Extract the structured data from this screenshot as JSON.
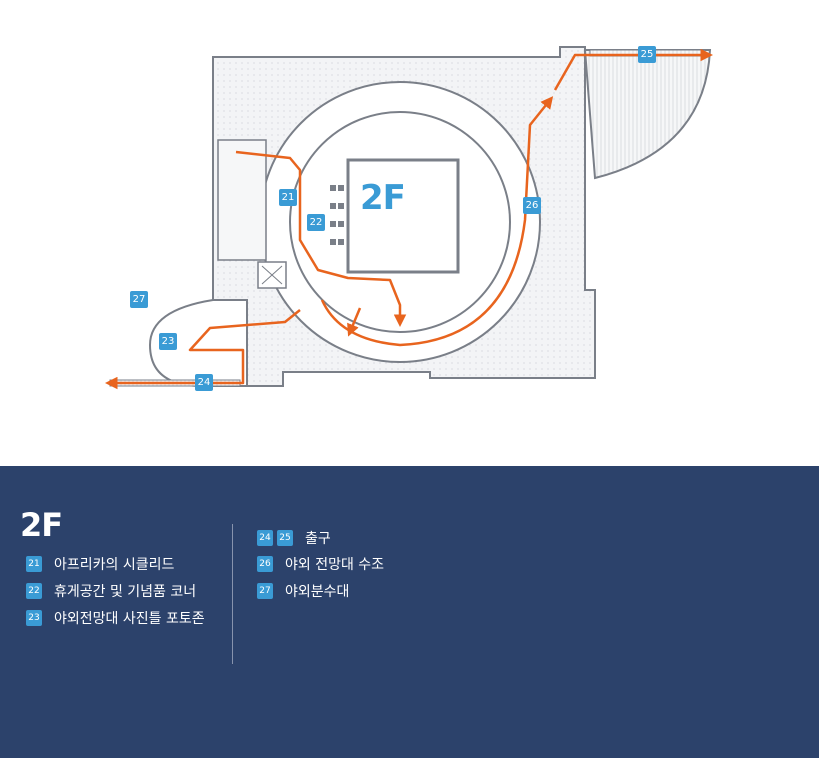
{
  "floor": "2F",
  "map": {
    "floor_label": "2F",
    "markers": [
      {
        "id": "21",
        "label": "21"
      },
      {
        "id": "22",
        "label": "22"
      },
      {
        "id": "23",
        "label": "23"
      },
      {
        "id": "24",
        "label": "24"
      },
      {
        "id": "25",
        "label": "25"
      },
      {
        "id": "26",
        "label": "26"
      },
      {
        "id": "27",
        "label": "27"
      }
    ]
  },
  "legend": {
    "title": "2F",
    "left_items": [
      {
        "numbers": [
          "21"
        ],
        "text": "아프리카의 시클리드"
      },
      {
        "numbers": [
          "22"
        ],
        "text": "휴게공간 및 기념품 코너"
      },
      {
        "numbers": [
          "23"
        ],
        "text": "야외전망대 사진틀 포토존"
      }
    ],
    "right_items": [
      {
        "numbers": [
          "24",
          "25"
        ],
        "text": "출구"
      },
      {
        "numbers": [
          "26"
        ],
        "text": "야외 전망대 수조"
      },
      {
        "numbers": [
          "27"
        ],
        "text": "야외분수대"
      }
    ]
  },
  "colors": {
    "route": "#e8641e",
    "badge": "#3a9bd5",
    "panel": "#2c426b",
    "wall": "#7a7f88"
  }
}
